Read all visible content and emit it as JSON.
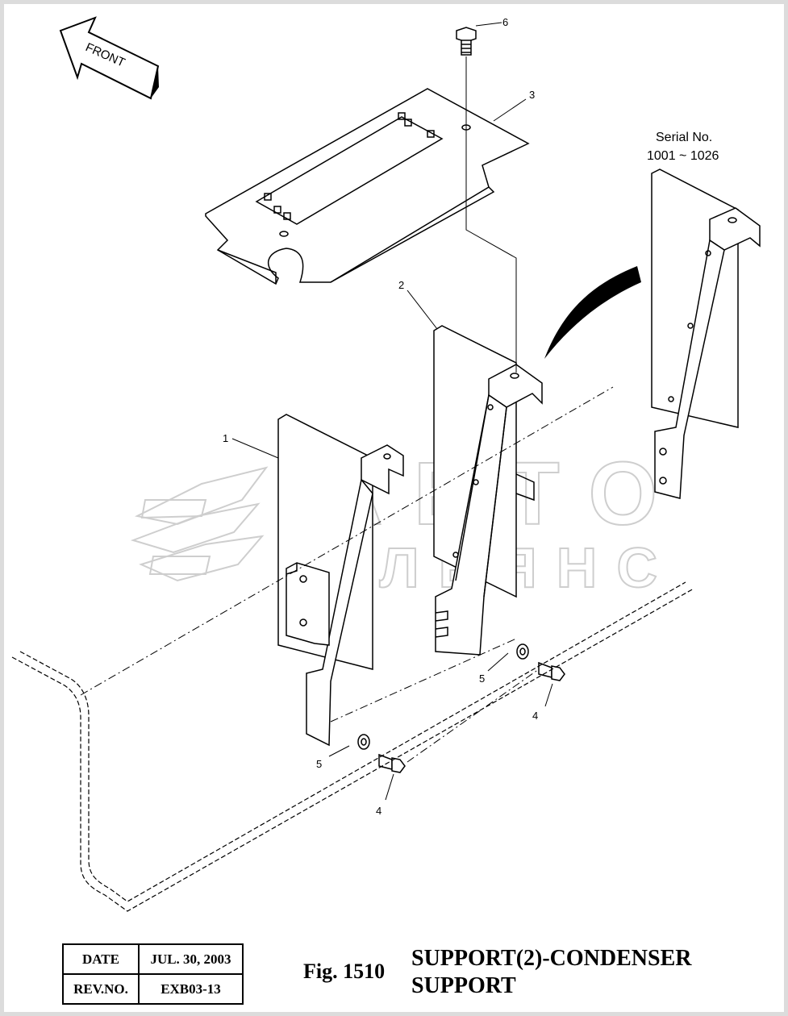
{
  "orientation": {
    "front_label": "FRONT"
  },
  "serial_note": {
    "line1": "Serial No.",
    "line2": "1001 ~ 1026"
  },
  "callouts": [
    "1",
    "2",
    "3",
    "4",
    "4",
    "5",
    "5",
    "6"
  ],
  "watermark": {
    "line1": "АВТО",
    "line2": "АЛЬЯНС"
  },
  "title_block": {
    "date_label": "DATE",
    "date_value": "JUL. 30, 2003",
    "rev_label": "REV.NO.",
    "rev_value": "EXB03-13",
    "fig_number": "Fig. 1510",
    "title_line1": "SUPPORT(2)-CONDENSER",
    "title_line2": "SUPPORT"
  },
  "colors": {
    "frame_gray": "#dcdcdc",
    "line": "#000000",
    "watermark": "#c9c9c9"
  }
}
